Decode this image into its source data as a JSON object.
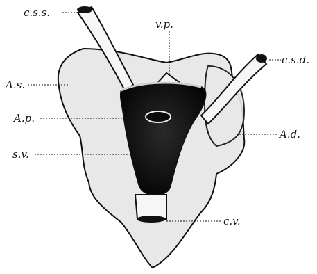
{
  "labels": {
    "css": "c.s.s.",
    "vp": "v.p.",
    "csd": "c.s.d.",
    "as": "A.s.",
    "ap": "A.p.",
    "ad": "A.d.",
    "sv": "s.v.",
    "cv": "c.v."
  }
}
